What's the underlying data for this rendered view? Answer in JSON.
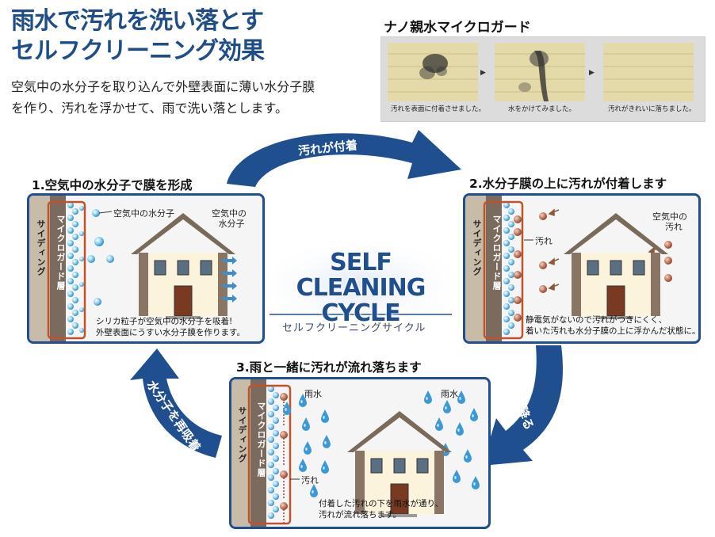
{
  "header": {
    "title_line1": "雨水で汚れを洗い落とす",
    "title_line2": "セルフクリーニング効果",
    "description_line1": "空気中の水分子を取り込んで外壁表面に薄い水分子膜",
    "description_line2": "を作り、汚れを浮かせて、雨で洗い落とします。"
  },
  "nano": {
    "title": "ナノ親水マイクロガード",
    "captions": [
      "汚れを表面に付着させました。",
      "水をかけてみました。",
      "汚れがきれいに落ちました。"
    ]
  },
  "center": {
    "logo_line1": "SELF CLEANING",
    "logo_line2": "CYCLE",
    "subtitle": "セルフクリーニングサイクル"
  },
  "arrows": {
    "top": "汚れが付着",
    "right": "雨が降る",
    "left": "水分子を再吸着"
  },
  "steps": [
    {
      "title": "1.空気中の水分子で膜を形成",
      "siding": "サイディング",
      "layer": "マイクロガード層",
      "label_molecule": "空気中の水分子",
      "label_air_1": "空気中の",
      "label_air_2": "水分子",
      "note_1": "シリカ粒子が空気中の水分子を吸着!",
      "note_2": "外壁表面にうすい水分子膜を作ります。"
    },
    {
      "title": "2.水分子膜の上に汚れが付着します",
      "siding": "サイディング",
      "layer": "マイクロガード層",
      "label_dirt": "汚れ",
      "label_air_1": "空気中の",
      "label_air_2": "汚れ",
      "note_1": "静電気がないので汚れがつきにくく、",
      "note_2": "着いた汚れも水分子膜の上に浮かんだ状態に。"
    },
    {
      "title": "3.雨と一緒に汚れが流れ落ちます",
      "siding": "サイディング",
      "layer": "マイクロガード層",
      "label_rain_1": "雨水",
      "label_rain_2": "雨水",
      "label_dirt": "汚れ",
      "note_1": "付着した汚れの下を雨水が通り、",
      "note_2": "汚れが流れ落ちます。"
    }
  ],
  "colors": {
    "navy": "#1f4f8f",
    "brown": "#c0532a",
    "water": "#4aa3d8",
    "dirt": "#b5705a"
  }
}
